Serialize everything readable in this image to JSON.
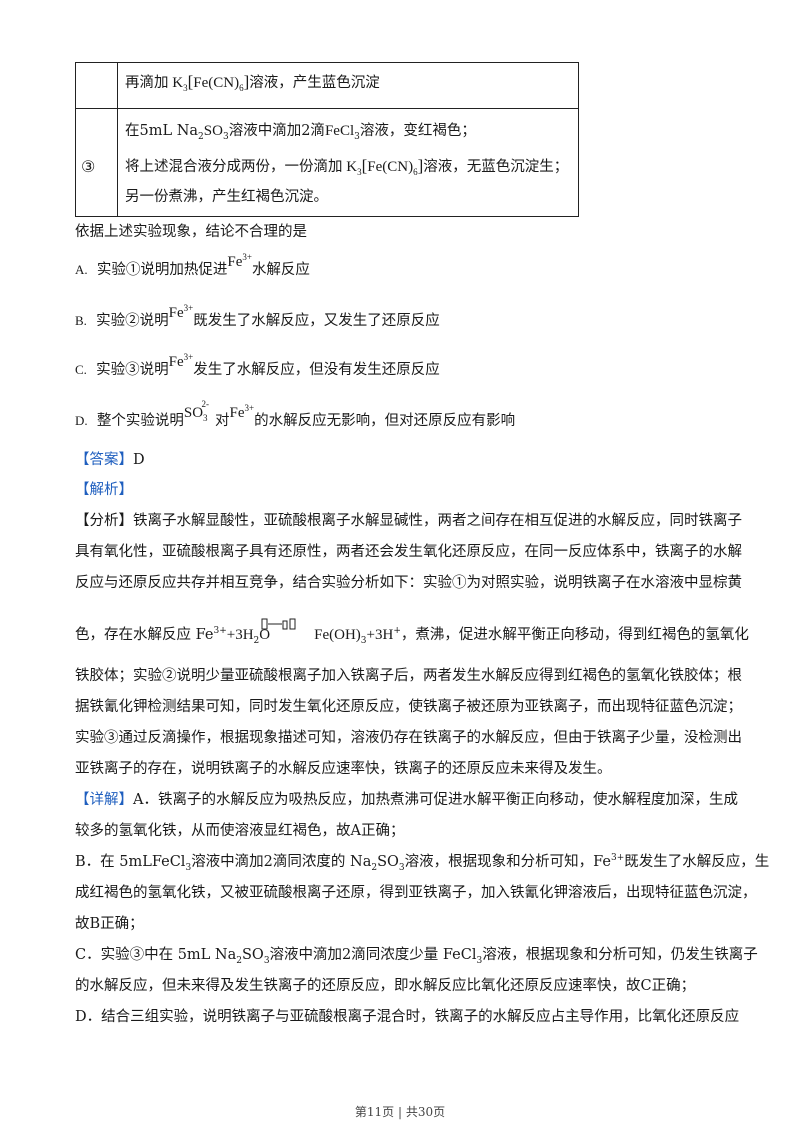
{
  "table": {
    "row_top_text_1": "再滴加",
    "row_top_formula": "K",
    "row_top_text_2": "溶液，产生蓝色沉淀",
    "exp3_label": "③",
    "exp3_line1_a": "在5mL Na",
    "exp3_line1_b": "溶液中滴加2滴",
    "exp3_line1_c": "溶液，变红褐色；",
    "exp3_line2_a": "将上述混合液分成两份，一份滴加",
    "exp3_line2_b": "溶液，无蓝色沉淀生；",
    "exp3_line3": "另一份煮沸，产生红褐色沉淀。"
  },
  "question": {
    "stem": "依据上述实验现象，结论不合理的是",
    "options": [
      {
        "letter": "A.",
        "pre": "实验①说明加热促进",
        "ion": "Fe",
        "charge": "3+",
        "post": "水解反应"
      },
      {
        "letter": "B.",
        "pre": "实验②说明",
        "ion": "Fe",
        "charge": "3+",
        "post": "既发生了水解反应，又发生了还原反应"
      },
      {
        "letter": "C.",
        "pre": "实验③说明",
        "ion": "Fe",
        "charge": "3+",
        "post": "发生了水解反应，但没有发生还原反应"
      },
      {
        "letter": "D.",
        "pre": "整个实验说明",
        "ion": "Fe",
        "charge": "3+",
        "post": "的水解反应无影响，但对还原反应有影响",
        "mid": "对"
      }
    ]
  },
  "answer": {
    "label": "【答案】",
    "value": "D"
  },
  "analysis_label": "【解析】",
  "analysis_lines": [
    "【分析】铁离子水解显酸性，亚硫酸根离子水解显碱性，两者之间存在相互促进的水解反应，同时铁离子",
    "具有氧化性，亚硫酸根离子具有还原性，两者还会发生氧化还原反应，在同一反应体系中，铁离子的水解",
    "反应与还原反应共存并相互竞争，结合实验分析如下：实验①为对照实验，说明铁离子在水溶液中显棕黄"
  ],
  "eq_line": {
    "pre": "色，存在水解反应 Fe",
    "mid": "+3H",
    "mid2": "O",
    "post_formula": "Fe(OH)",
    "post_formula2": "+3H",
    "post": "，煮沸，促进水解平衡正向移动，得到红褐色的氢氧化"
  },
  "analysis_lines2": [
    "铁胶体；实验②说明少量亚硫酸根离子加入铁离子后，两者发生水解反应得到红褐色的氢氧化铁胶体；根",
    "据铁氰化钾检测结果可知，同时发生氧化还原反应，使铁离子被还原为亚铁离子，而出现特征蓝色沉淀；",
    "实验③通过反滴操作，根据现象描述可知，溶液仍存在铁离子的水解反应，但由于铁离子少量，没检测出",
    "亚铁离子的存在，说明铁离子的水解反应速率快，铁离子的还原反应未来得及发生。"
  ],
  "detail": {
    "label": "【详解】",
    "a1": "A．铁离子的水解反应为吸热反应，加热煮沸可促进水解平衡正向移动，使水解程度加深，生成",
    "a2": "较多的氢氧化铁，从而使溶液显红褐色，故A正确；",
    "b1_pre": "B．在 5mLFeCl",
    "b1_mid": "溶液中滴加2滴同浓度的 Na",
    "b1_mid2": "SO",
    "b1_post": "溶液，根据现象和分析可知，Fe",
    "b1_post2": "既发生了水解反应，生",
    "b2": "成红褐色的氢氧化铁，又被亚硫酸根离子还原，得到亚铁离子，加入铁氰化钾溶液后，出现特征蓝色沉淀，",
    "b3": "故B正确；",
    "c1_pre": "C．实验③中在 5mL Na",
    "c1_mid": "SO",
    "c1_post": "溶液中滴加2滴同浓度少量 FeCl",
    "c1_post2": "溶液，根据现象和分析可知，仍发生铁离子",
    "c2": "的水解反应，但未来得及发生铁离子的还原反应，即水解反应比氧化还原反应速率快，故C正确；",
    "d1": "D．结合三组实验，说明铁离子与亚硫酸根离子混合时，铁离子的水解反应占主导作用，比氧化还原反应"
  },
  "footer": "第11页 | 共30页"
}
